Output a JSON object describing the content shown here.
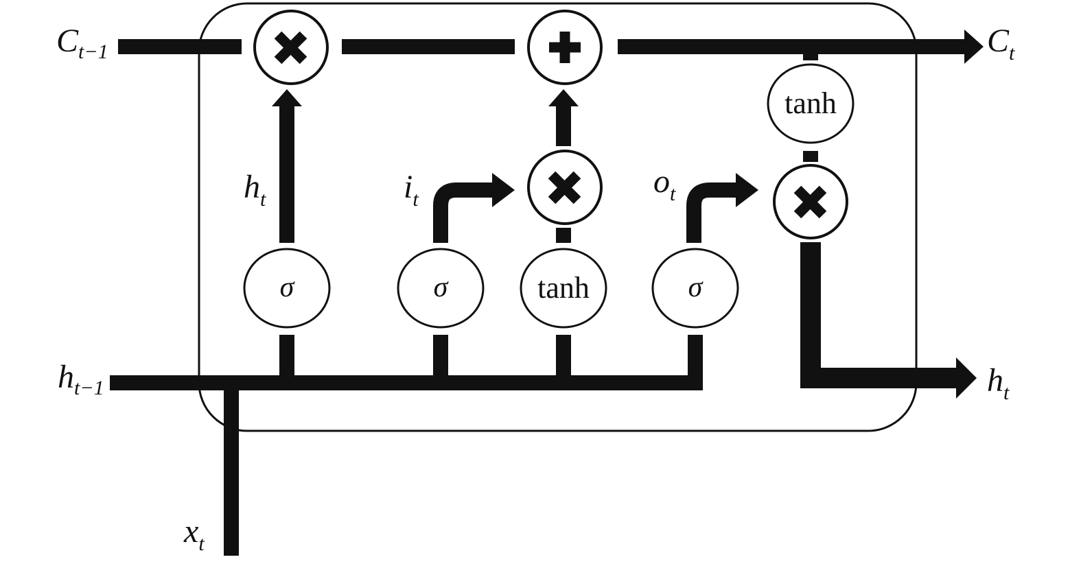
{
  "labels": {
    "c_prev_main": "C",
    "c_prev_sub": "t−1",
    "c_out_main": "C",
    "c_out_sub": "t",
    "h_prev_main": "h",
    "h_prev_sub": "t−1",
    "h_out_main": "h",
    "h_out_sub": "t",
    "x_main": "x",
    "x_sub": "t",
    "forget_main": "h",
    "forget_sub": "t",
    "input_main": "i",
    "input_sub": "t",
    "output_main": "o",
    "output_sub": "t"
  },
  "nodes": {
    "forget_sigma": "σ",
    "input_sigma": "σ",
    "candidate_tanh": "tanh",
    "output_sigma": "σ",
    "cell_tanh": "tanh"
  },
  "operators": {
    "multiply": "×",
    "add": "+"
  }
}
